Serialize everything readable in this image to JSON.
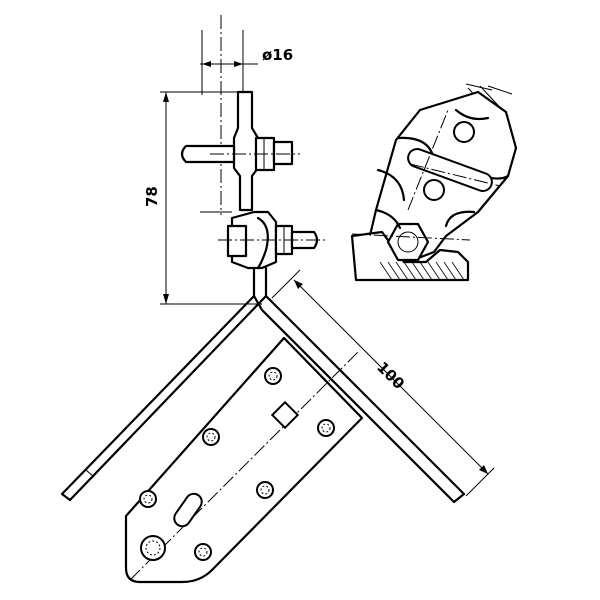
{
  "dimensions": {
    "diameter": "ø16",
    "height": "78",
    "length": "100"
  }
}
